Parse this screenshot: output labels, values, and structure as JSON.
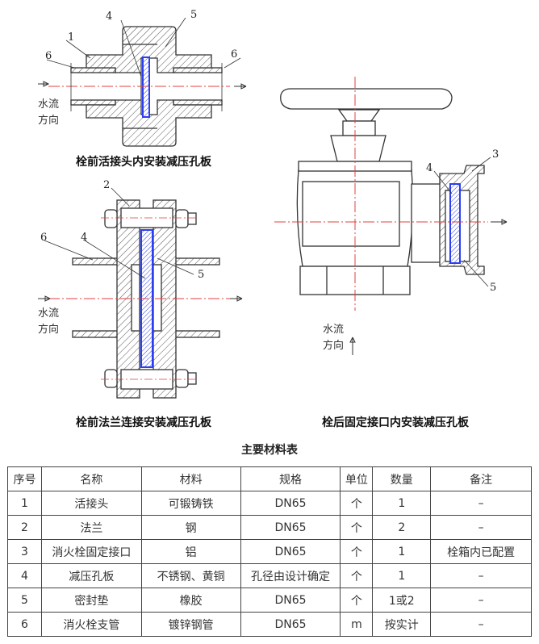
{
  "figures": {
    "union": {
      "caption": "栓前活接头内安装减压孔板",
      "labels": [
        "1",
        "4",
        "5",
        "6",
        "6"
      ],
      "flow": [
        "水流",
        "方向"
      ]
    },
    "flange": {
      "caption": "栓前法兰连接安装减压孔板",
      "labels": [
        "2",
        "4",
        "5",
        "6"
      ],
      "flow": [
        "水流",
        "方向"
      ]
    },
    "valve": {
      "caption": "栓后固定接口内安装减压孔板",
      "labels": [
        "3",
        "4",
        "5"
      ],
      "flow": [
        "水流",
        "方向"
      ]
    }
  },
  "colors": {
    "plate": "#2b3ff0",
    "centerline": "#e04040",
    "line": "#333333"
  },
  "table": {
    "title": "主要材料表",
    "headers": [
      "序号",
      "名称",
      "材料",
      "规格",
      "单位",
      "数量",
      "备注"
    ],
    "rows": [
      [
        "1",
        "活接头",
        "可锻铸铁",
        "DN65",
        "个",
        "1",
        "–"
      ],
      [
        "2",
        "法兰",
        "钢",
        "DN65",
        "个",
        "2",
        "–"
      ],
      [
        "3",
        "消火栓固定接口",
        "铝",
        "DN65",
        "个",
        "1",
        "栓箱内已配置"
      ],
      [
        "4",
        "减压孔板",
        "不锈钢、黄铜",
        "孔径由设计确定",
        "个",
        "1",
        "–"
      ],
      [
        "5",
        "密封垫",
        "橡胶",
        "DN65",
        "个",
        "1或2",
        "–"
      ],
      [
        "6",
        "消火栓支管",
        "镀锌钢管",
        "DN65",
        "m",
        "按实计",
        "–"
      ]
    ]
  }
}
